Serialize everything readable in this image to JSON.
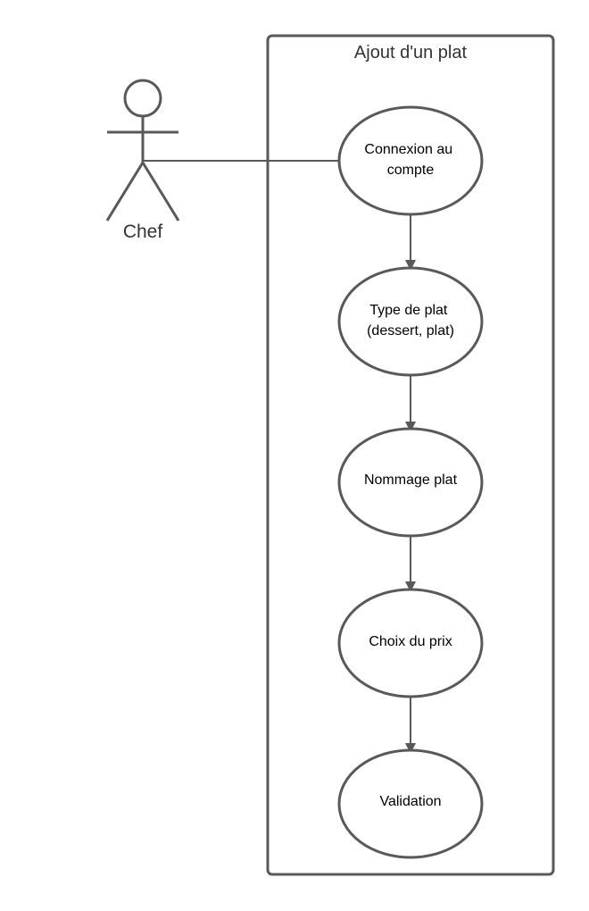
{
  "system": {
    "title": "Ajout d'un plat"
  },
  "actor": {
    "name": "Chef"
  },
  "use_cases": [
    {
      "id": "uc1",
      "lines": [
        "Connexion au",
        "compte"
      ]
    },
    {
      "id": "uc2",
      "lines": [
        "Type de plat",
        "(dessert, plat)"
      ]
    },
    {
      "id": "uc3",
      "lines": [
        "Nommage plat"
      ]
    },
    {
      "id": "uc4",
      "lines": [
        "Choix du prix"
      ]
    },
    {
      "id": "uc5",
      "lines": [
        "Validation"
      ]
    }
  ],
  "flows": [
    {
      "from": "uc1",
      "to": "uc2"
    },
    {
      "from": "uc2",
      "to": "uc3"
    },
    {
      "from": "uc3",
      "to": "uc4"
    },
    {
      "from": "uc4",
      "to": "uc5"
    }
  ],
  "associations": [
    {
      "from": "actor",
      "to": "uc1"
    }
  ],
  "colors": {
    "stroke": "#595959",
    "text": "#000000",
    "background": "#ffffff"
  }
}
